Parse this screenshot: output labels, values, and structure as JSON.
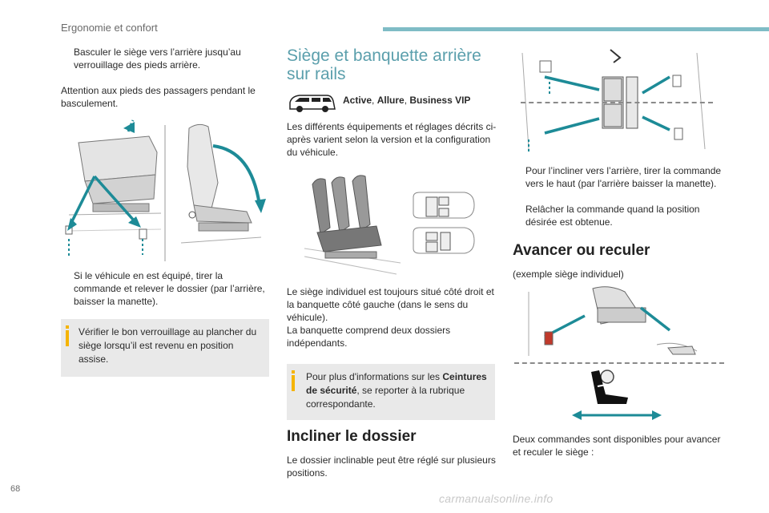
{
  "header": {
    "section_title": "Ergonomie et confort",
    "accent_color": "#7fbcc6"
  },
  "footer": {
    "page_number": "68",
    "watermark": "carmanualsonline.info"
  },
  "left_column": {
    "bullet_symbol": "",
    "step_fold_back": "Basculer le siège vers l’arrière jusqu’au verrouillage des pieds arrière.",
    "warning_feet": "Attention aux pieds des passagers pendant le basculement.",
    "step_backrest": "Si le véhicule en est équipé, tirer la commande et relever le dossier (par l’arrière, baisser la manette).",
    "note_lock": "Vérifier le bon verrouillage au plancher du siège lorsqu’il est revenu en position assise."
  },
  "middle_column": {
    "title": "Siège et banquette arrière sur rails",
    "trims": {
      "t1": "Active",
      "sep": ", ",
      "t2": "Allure",
      "t3": "Business VIP"
    },
    "intro": "Les différents équipements et réglages décrits ci-après varient selon la version et la configuration du véhicule.",
    "seat_desc_1": "Le siège individuel est toujours situé côté droit et la banquette côté gauche (dans le sens du véhicule).",
    "seat_desc_2": "La banquette comprend deux dossiers indépendants.",
    "note_seatbelts": {
      "pre": "Pour plus d'informations sur les ",
      "bold": "Ceintures de sécurité",
      "post": ", se reporter à la rubrique correspondante."
    },
    "section_recline": "Incliner le dossier",
    "recline_desc": "Le dossier inclinable peut être réglé sur plusieurs positions."
  },
  "right_column": {
    "step_recline_1": "Pour l’incliner vers l’arrière, tirer la commande vers le haut (par l'arrière baisser la manette).",
    "step_recline_2": "Relâcher la commande quand la position désirée est obtenue.",
    "section_move": "Avancer ou reculer",
    "move_example": "(exemple siège individuel)",
    "move_desc": "Deux commandes sont disponibles pour avancer et reculer le siège :"
  },
  "colors": {
    "teal": "#1d8b97",
    "note_icon": "#f5b400",
    "heading_blue": "#5b9fac"
  }
}
